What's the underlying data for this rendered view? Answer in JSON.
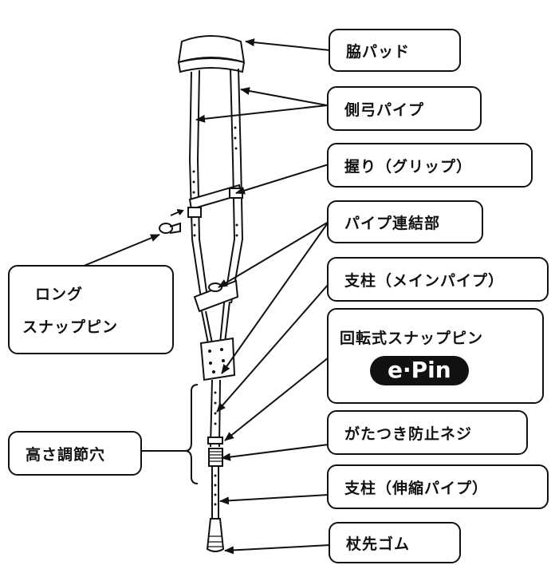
{
  "labels": {
    "armpit_pad": "脇パッド",
    "side_pipe": "側弓パイプ",
    "grip": "握り（グリップ）",
    "pipe_joint": "パイプ連結部",
    "main_pipe": "支柱（メインパイプ）",
    "rotary_snap_pin": "回転式スナップピン",
    "epin_logo": "e·Pin",
    "anti_wobble_screw": "がたつき防止ネジ",
    "extension_pipe": "支柱（伸縮パイプ）",
    "rubber_tip": "杖先ゴム",
    "long_snap_pin_line1": "ロング",
    "long_snap_pin_line2": "スナップピン",
    "height_holes": "高さ調節穴"
  },
  "colors": {
    "line": "#111111",
    "background": "#ffffff"
  }
}
